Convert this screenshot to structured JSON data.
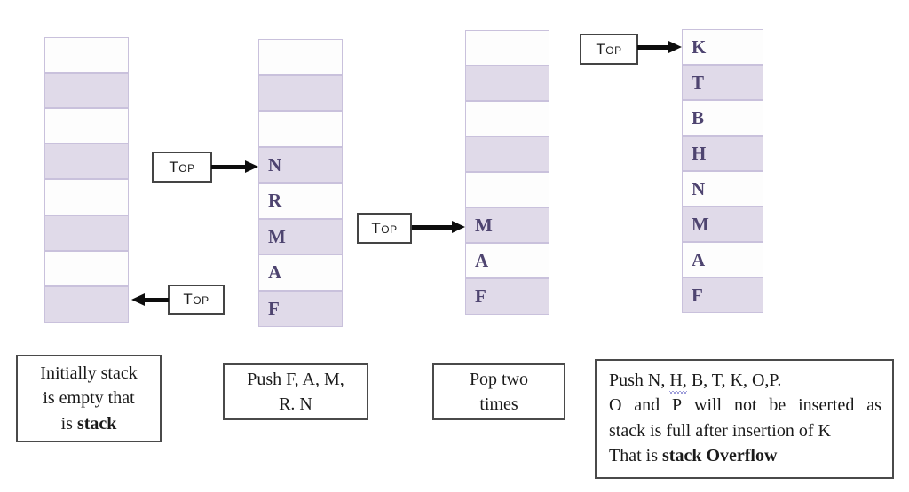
{
  "diagram": {
    "title_semantic": "stack-push-pop-overflow-illustration",
    "colors": {
      "cell_filled": "#e0dae9",
      "cell_empty": "#fdfdfd",
      "cell_border": "#c9c1dc",
      "letter": "#4e4470",
      "box_border": "#4a4a4a",
      "arrow": "#0d0d0d",
      "spellcheck_squiggle": "#3b3bb5"
    }
  },
  "stacks": [
    {
      "id": "stack-1",
      "capacity": 8,
      "cells_top_to_bottom": [
        "",
        "",
        "",
        "",
        "",
        "",
        "",
        ""
      ],
      "pointer": {
        "label": "Top",
        "points_to_index": 7,
        "direction": "left"
      },
      "caption": {
        "lines": [
          "Initially stack",
          "is empty that",
          "is "
        ],
        "bold_tail": "stack"
      }
    },
    {
      "id": "stack-2",
      "capacity": 8,
      "cells_top_to_bottom": [
        "",
        "",
        "",
        "N",
        "R",
        "M",
        "A",
        "F"
      ],
      "pointer": {
        "label": "Top",
        "points_to_index": 3,
        "direction": "right"
      },
      "caption": {
        "lines": [
          "Push F, A, M,",
          "R. N"
        ]
      }
    },
    {
      "id": "stack-3",
      "capacity": 8,
      "cells_top_to_bottom": [
        "",
        "",
        "",
        "",
        "",
        "M",
        "A",
        "F"
      ],
      "pointer": {
        "label": "Top",
        "points_to_index": 5,
        "direction": "right"
      },
      "caption": {
        "lines": [
          "Pop two",
          "times"
        ]
      }
    },
    {
      "id": "stack-4",
      "capacity": 8,
      "cells_top_to_bottom": [
        "K",
        "T",
        "B",
        "H",
        "N",
        "M",
        "A",
        "F"
      ],
      "pointer": {
        "label": "Top",
        "points_to_index": 0,
        "direction": "right"
      },
      "caption": {
        "line1_a": "Push N, ",
        "line1_squiggle": "H,",
        "line1_b": " B, T, K, O,P.",
        "line2_words": [
          "O",
          "and",
          "P",
          "will",
          "not",
          "be",
          "inserted",
          "as"
        ],
        "line3": "stack is full after insertion of  K",
        "line4_a": "That is ",
        "line4_bold": "stack Overflow"
      }
    }
  ]
}
